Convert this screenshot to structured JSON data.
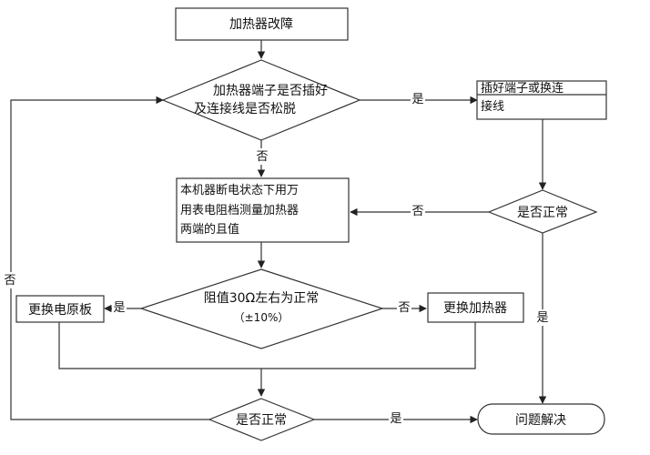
{
  "nodes": {
    "start": "加热器改障",
    "check_terminal": [
      "加热器端子是否插好",
      "及连接线是否松脱"
    ],
    "fix_terminal": [
      "插好端子或换连",
      "接线"
    ],
    "check_normal_top": "是否正常",
    "measure": [
      "本机器断电状态下用万",
      "用表电阻档测量加热器",
      "两端的且值"
    ],
    "check_resistance": [
      "阻值30Ω左右为正常",
      "（±10%）"
    ],
    "replace_board": "更换电原板",
    "replace_heater": "更换加热器",
    "check_normal_bottom": "是否正常",
    "solved": "问题解决"
  },
  "labels": {
    "terminal_yes": "是",
    "terminal_no": "否",
    "top_check_no": "否",
    "top_check_yes": "是",
    "resistance_yes": "是",
    "resistance_no": "否",
    "loop_no": "否",
    "bottom_yes": "是"
  }
}
